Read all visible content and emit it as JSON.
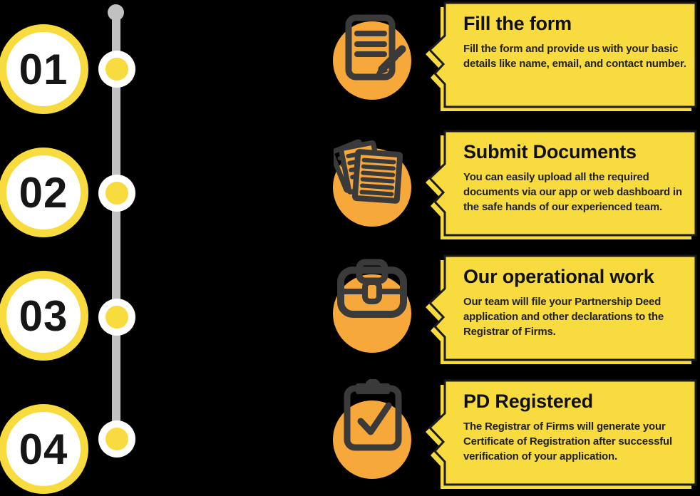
{
  "colors": {
    "background": "#000000",
    "yellow": "#F8DB3E",
    "orange": "#F7A83B",
    "icon-dark": "#3A3A3A",
    "timeline-gray": "#C1C1C1",
    "outline": "#1A1A1A",
    "number-text": "#161616",
    "card-title": "#111111",
    "card-body": "#222222",
    "white": "#FFFFFF"
  },
  "steps": [
    {
      "number": "01",
      "icon": "form-pencil-icon",
      "title": "Fill the form",
      "description": "Fill the form and provide us with your basic details like name, email, and contact number."
    },
    {
      "number": "02",
      "icon": "documents-stack-icon",
      "title": "Submit Documents",
      "description": "You can easily upload all the required documents via our app or web dashboard in the safe hands of our experienced team."
    },
    {
      "number": "03",
      "icon": "briefcase-icon",
      "title": "Our operational work",
      "description": "Our team will file your Partnership Deed application and other declarations to the Registrar of Firms."
    },
    {
      "number": "04",
      "icon": "clipboard-check-icon",
      "title": "PD Registered",
      "description": "The Registrar of Firms will generate your Certificate of Registration after successful verification of your application."
    }
  ]
}
